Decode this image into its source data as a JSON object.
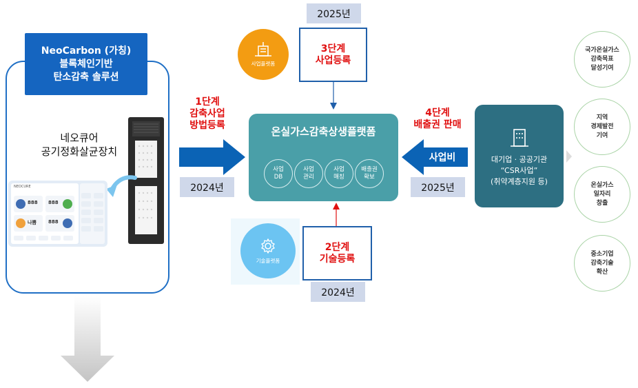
{
  "solution": {
    "title_lines": [
      "NeoCarbon (가칭)",
      "블록체인기반",
      "탄소감축 솔루션"
    ],
    "device_lines": [
      "네오큐어",
      "공기정화살균장치"
    ]
  },
  "tablet": {
    "brand": "NEOCURE",
    "readings": [
      "888",
      "888",
      "나쁨",
      "888"
    ],
    "buttons": [
      "",
      "",
      "",
      "",
      ""
    ]
  },
  "platform": {
    "title": "온실가스감축상생플랫폼",
    "modules": [
      {
        "lines": [
          "사업",
          "DB"
        ]
      },
      {
        "lines": [
          "사업",
          "관리"
        ]
      },
      {
        "lines": [
          "사업",
          "매칭"
        ]
      },
      {
        "lines": [
          "배출권",
          "확보"
        ]
      }
    ]
  },
  "stages": {
    "stage1": {
      "lines": [
        "1단계",
        "감축사업",
        "방법등록"
      ],
      "year": "2024년"
    },
    "stage2": {
      "lines": [
        "2단계",
        "기술등록"
      ],
      "year": "2024년"
    },
    "stage3": {
      "lines": [
        "3단계",
        "사업등록"
      ],
      "year": "2025년"
    },
    "stage4": {
      "lines": [
        "4단계",
        "배출권 판매"
      ],
      "arrow_label": "사업비",
      "year": "2025년"
    }
  },
  "platforms_side": {
    "business": "사업플랫폼",
    "tech": "기술플랫폼"
  },
  "csr": {
    "lines": [
      "대기업 · 공공기관",
      "“CSR사업”",
      "(취약계층지원 등)"
    ]
  },
  "benefits": [
    {
      "lines": [
        "국가온실가스",
        "감축목표",
        "달성기여"
      ]
    },
    {
      "lines": [
        "지역",
        "경제발전",
        "기여"
      ]
    },
    {
      "lines": [
        "온실가스",
        "일자리",
        "창출"
      ]
    },
    {
      "lines": [
        "중소기업",
        "감축기술",
        "확산"
      ]
    }
  ],
  "colors": {
    "primary_blue": "#1565c0",
    "arrow_blue": "#0b63b5",
    "platform_teal": "#4a9fa8",
    "csr_teal": "#2d6f82",
    "stage_red": "#e01010",
    "year_box": "#cfd8ea",
    "business_orange": "#f39c12",
    "tech_light_blue": "#6cc4f2"
  }
}
